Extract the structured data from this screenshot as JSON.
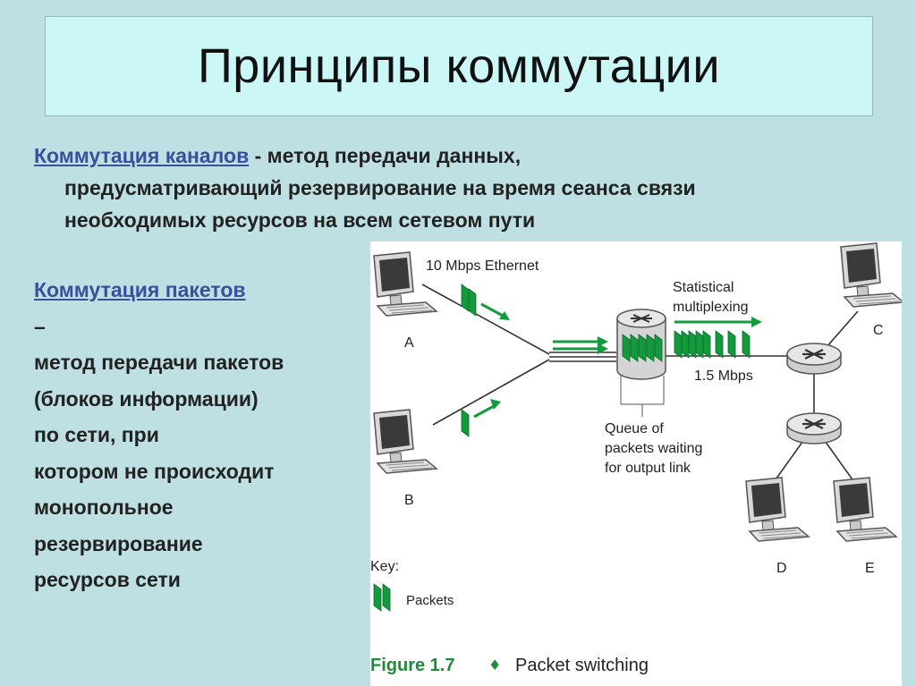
{
  "title": "Принципы коммутации",
  "circuit": {
    "term": "Коммутация каналов",
    "rest_line1": " - метод передачи данных,",
    "line2": "предусматривающий резервирование на время сеанса связи",
    "line3": "необходимых ресурсов на всем сетевом пути"
  },
  "packet": {
    "term": "Коммутация пакетов",
    "term_suffix": " –",
    "lines": [
      "метод передачи пакетов",
      "(блоков информации)",
      "по сети, при",
      "котором не происходит",
      "монопольное",
      "резервирование",
      "ресурсов сети"
    ]
  },
  "figure": {
    "ethernet_label": "10 Mbps Ethernet",
    "stat_mux_line1": "Statistical",
    "stat_mux_line2": "multiplexing",
    "link_rate": "1.5 Mbps",
    "queue_line1": "Queue of",
    "queue_line2": "packets waiting",
    "queue_line3": "for output link",
    "host_a": "A",
    "host_b": "B",
    "host_c": "C",
    "host_d": "D",
    "host_e": "E",
    "key_label": "Key:",
    "packets_label": "Packets",
    "caption_figure": "Figure 1.7",
    "caption_bullet": "♦",
    "caption_text": "Packet switching",
    "colors": {
      "packet_green": "#139a3c",
      "caption_green": "#1f8a3a"
    }
  }
}
